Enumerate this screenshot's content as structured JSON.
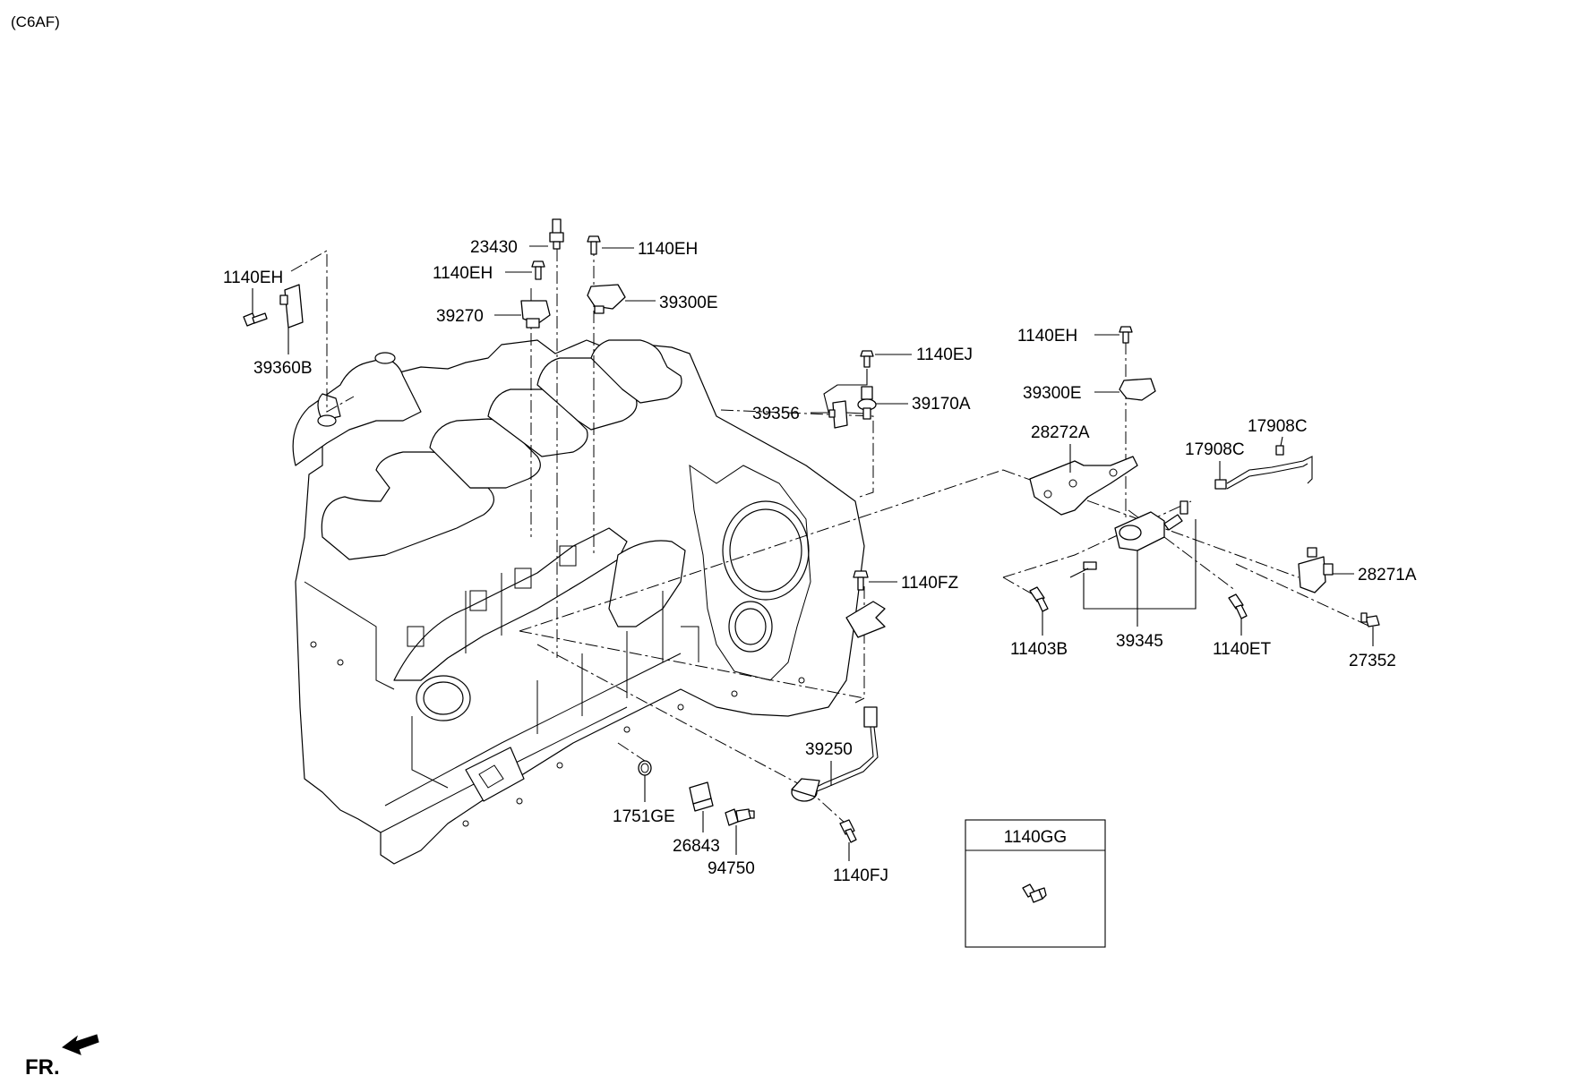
{
  "model_code": "(C6AF)",
  "direction_label": "FR.",
  "inset_box": {
    "title": "1140GG"
  },
  "callouts": [
    {
      "id": "c-23430",
      "text": "23430"
    },
    {
      "id": "c-1140eh-top-right",
      "text": "1140EH"
    },
    {
      "id": "c-1140eh-top-center",
      "text": "1140EH"
    },
    {
      "id": "c-1140eh-left",
      "text": "1140EH"
    },
    {
      "id": "c-39270",
      "text": "39270"
    },
    {
      "id": "c-39300e-top",
      "text": "39300E"
    },
    {
      "id": "c-39360b",
      "text": "39360B"
    },
    {
      "id": "c-1140ej",
      "text": "1140EJ"
    },
    {
      "id": "c-39170a",
      "text": "39170A"
    },
    {
      "id": "c-39356",
      "text": "39356"
    },
    {
      "id": "c-1140eh-right",
      "text": "1140EH"
    },
    {
      "id": "c-39300e-right",
      "text": "39300E"
    },
    {
      "id": "c-28272a",
      "text": "28272A"
    },
    {
      "id": "c-17908c-a",
      "text": "17908C"
    },
    {
      "id": "c-17908c-b",
      "text": "17908C"
    },
    {
      "id": "c-28271a",
      "text": "28271A"
    },
    {
      "id": "c-1140fz",
      "text": "1140FZ"
    },
    {
      "id": "c-11403b",
      "text": "11403B"
    },
    {
      "id": "c-39345",
      "text": "39345"
    },
    {
      "id": "c-1140et",
      "text": "1140ET"
    },
    {
      "id": "c-27352",
      "text": "27352"
    },
    {
      "id": "c-39250",
      "text": "39250"
    },
    {
      "id": "c-1751ge",
      "text": "1751GE"
    },
    {
      "id": "c-26843",
      "text": "26843"
    },
    {
      "id": "c-94750",
      "text": "94750"
    },
    {
      "id": "c-1140fj",
      "text": "1140FJ"
    }
  ]
}
